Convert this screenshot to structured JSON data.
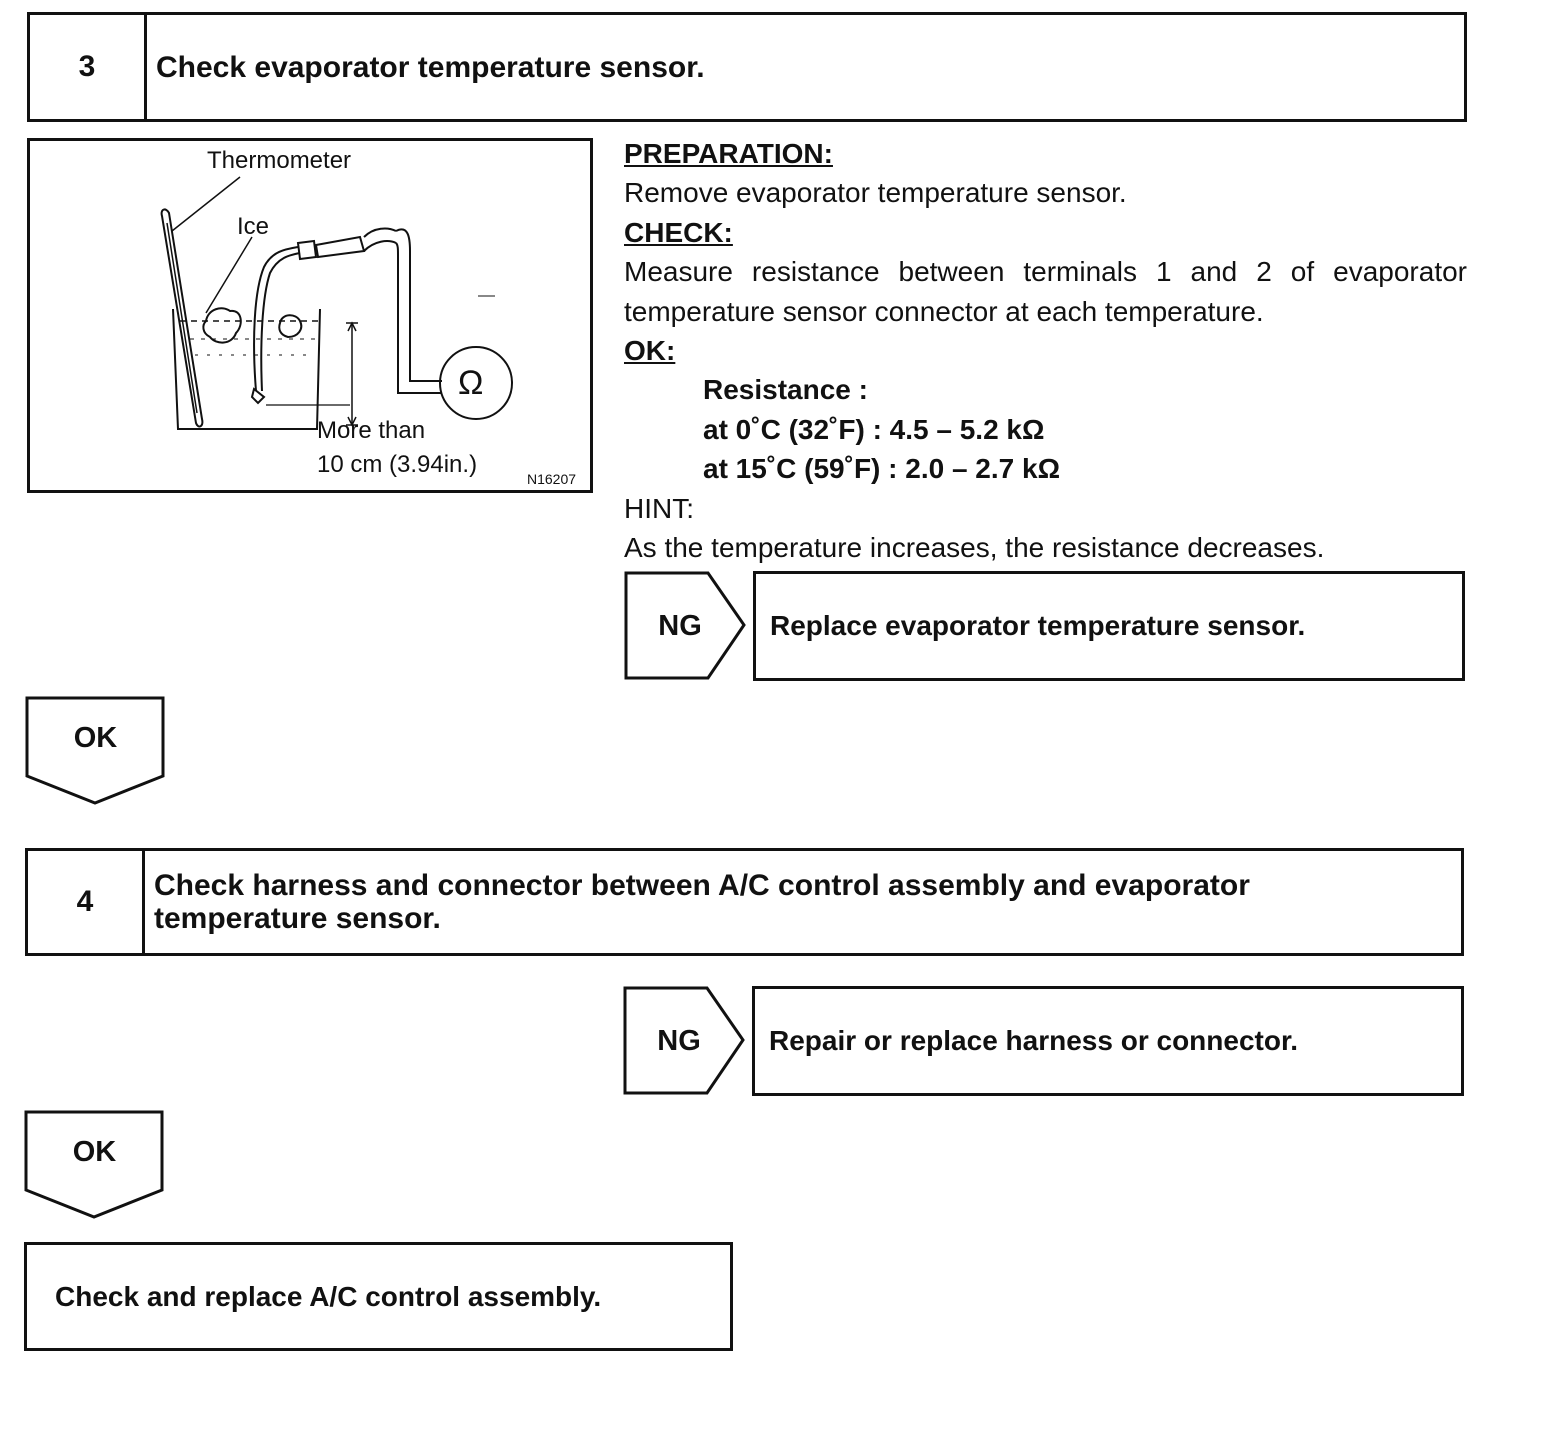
{
  "step3": {
    "number": "3",
    "title": "Check evaporator temperature sensor."
  },
  "figure": {
    "label_thermometer": "Thermometer",
    "label_ice": "Ice",
    "label_more_than": "More than",
    "label_depth": "10 cm (3.94in.)",
    "ohm_symbol": "Ω",
    "code": "N16207"
  },
  "instructions": {
    "preparation_heading": "PREPARATION:",
    "preparation_text": "Remove evaporator temperature sensor.",
    "check_heading": "CHECK:",
    "check_text_line1": "Measure resistance between terminals 1 and 2 of evaporator",
    "check_text_line2": "temperature sensor connector at each temperature.",
    "ok_heading": "OK:",
    "spec_title": "Resistance :",
    "spec_line1": "at 0˚C (32˚F) : 4.5 – 5.2 kΩ",
    "spec_line2": "at 15˚C (59˚F) : 2.0 – 2.7 kΩ",
    "hint_heading": "HINT:",
    "hint_text": "As the temperature increases, the resistance decreases."
  },
  "ng1": {
    "label": "NG",
    "action": "Replace evaporator temperature sensor."
  },
  "ok1": {
    "label": "OK"
  },
  "step4": {
    "number": "4",
    "title_line1": "Check harness and connector between A/C control assembly and evaporator",
    "title_line2": "temperature sensor."
  },
  "ng2": {
    "label": "NG",
    "action": "Repair or replace harness or connector."
  },
  "ok2": {
    "label": "OK"
  },
  "final": {
    "action": "Check and replace A/C control assembly."
  }
}
